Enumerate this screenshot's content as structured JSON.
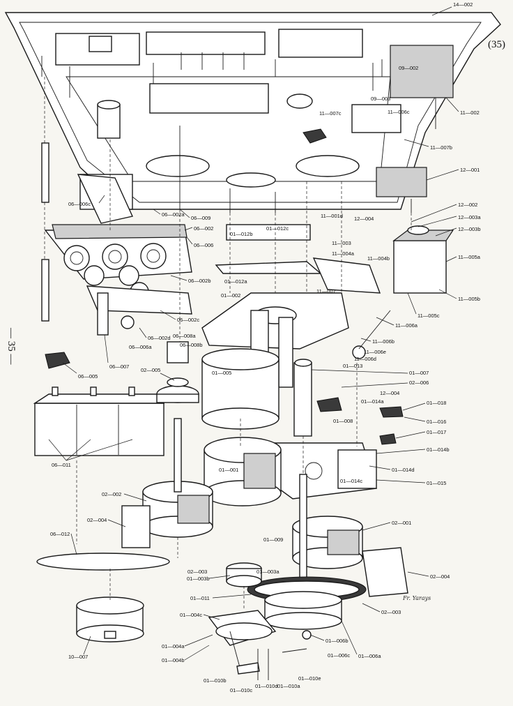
{
  "page_number": "(35)",
  "side_page_number": "— 35 —",
  "signature": "Fr. Yarays",
  "labels": {
    "l14_002": "14—002",
    "l09_002": "09—002",
    "l09_003": "09—003",
    "l11_007c": "11—007c",
    "l11_006c": "11—006c",
    "l11_002": "11—002",
    "l11_007b": "11—007b",
    "l12_001": "12—001",
    "l06_006c": "06—006c",
    "l06_002a": "06—002a",
    "l06_009": "06—009",
    "l06_002": "06—002",
    "l06_006": "06—006",
    "l01_012b": "01—012b",
    "l01_012c": "01—012c",
    "l11_001d": "11—001d",
    "l12_002": "12—002",
    "l12_003a": "12—003a",
    "l12_003b": "12—003b",
    "l12_004": "12—004",
    "l11_003": "11—003",
    "l11_004a": "11—004a",
    "l11_004b": "11—004b",
    "l11_005a": "11—005a",
    "l01_012a": "01—012a",
    "l06_002b": "06—002b",
    "l11_007": "11—007",
    "l01_002": "01—002",
    "l11_005b": "11—005b",
    "l11_005c": "11—005c",
    "l06_002c": "06—002c",
    "l06_002d": "06—002d",
    "l06_008a": "06—008a",
    "l06_008b": "06—008b",
    "l11_006a": "11—006a",
    "l11_006b": "11—006b",
    "l11_006e": "11—006e",
    "l11_006d": "11—006d",
    "l06_006a": "06—006a",
    "l06_007": "06—007",
    "l06_005": "06—005",
    "l01_013": "01—013",
    "l02_005": "02—005",
    "l01_005": "01—005",
    "l01_007": "01—007",
    "l02_006": "02—006",
    "l12_004b": "12—004",
    "l01_014a": "01—014a",
    "l01_018": "01—018",
    "l01_008": "01—008",
    "l01_016": "01—016",
    "l01_017": "01—017",
    "l01_014b": "01—014b",
    "l01_014c": "01—014c",
    "l01_014d": "01—014d",
    "l01_015": "01—015",
    "l06_011": "06—011",
    "l01_001": "01—001",
    "l02_002": "02—002",
    "l02_004": "02—004",
    "l02_001": "02—001",
    "l06_012": "06—012",
    "l01_009": "01—009",
    "l02_003": "02—003",
    "l01_003b": "01—003b",
    "l01_003a": "01—003a",
    "l02_004b": "02—004",
    "l01_011": "01—011",
    "l02_003b": "02—003",
    "l01_004c": "01—004c",
    "l10_007": "10—007",
    "l01_004a": "01—004a",
    "l01_004b": "01—004b",
    "l01_006b": "01—006b",
    "l01_006c": "01—006c",
    "l01_006a": "01—006a",
    "l01_010b": "01—010b",
    "l01_010c": "01—010c",
    "l01_010d": "01—010d",
    "l01_010a": "01—010a",
    "l01_010e": "01—010e"
  }
}
